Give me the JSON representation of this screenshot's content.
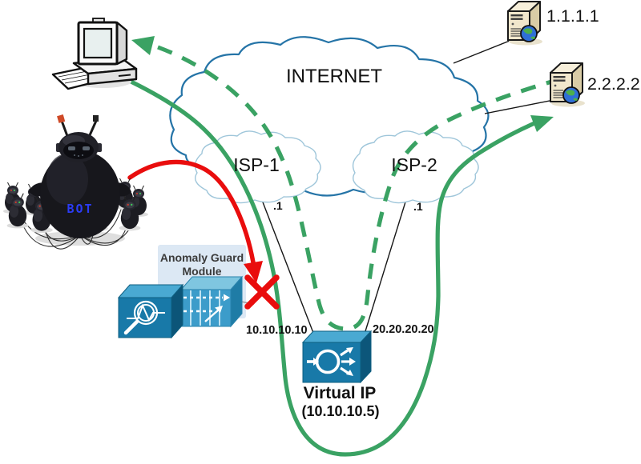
{
  "diagram": {
    "internet_label": "INTERNET",
    "isp1_label": "ISP-1",
    "isp2_label": "ISP-2",
    "isp1_interface_label": ".1",
    "isp2_interface_label": ".1",
    "isp1_link_ip": "10.10.10.10",
    "isp2_link_ip": "20.20.20.20",
    "router_label": "Virtual IP",
    "router_virtual_ip": "(10.10.10.5)",
    "module_label_line1": "Anomaly Guard",
    "module_label_line2": "Module",
    "server1_ip": "1.1.1.1",
    "server2_ip": "2.2.2.2",
    "bot_label": "BOT"
  },
  "colors": {
    "flow_green": "#3aa263",
    "attack_red": "#e90d0d",
    "internet_cloud_stroke": "#2574a7",
    "isp_cloud_stroke": "#9fc6da",
    "device_blue": "#1879a8",
    "module_panel_fill": "#dce8f4",
    "link_line": "#161616"
  }
}
